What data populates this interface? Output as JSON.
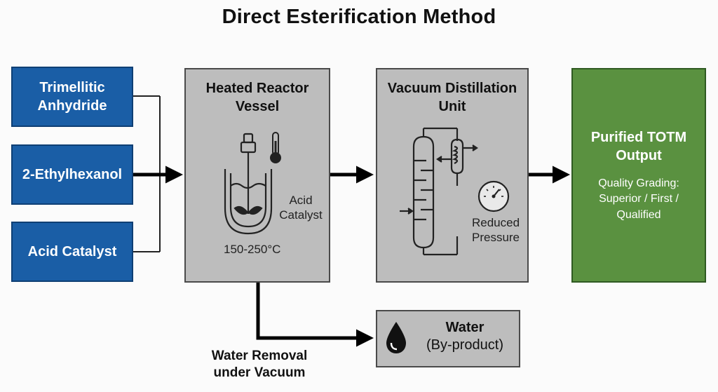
{
  "title": "Direct Esterification Method",
  "inputs": {
    "trimellitic": [
      "Trimellitic",
      "Anhydride"
    ],
    "ethylhexanol": "2-Ethylhexanol",
    "catalyst": "Acid Catalyst"
  },
  "reactor": {
    "title": [
      "Heated Reactor",
      "Vessel"
    ],
    "catalyst_label": [
      "Acid",
      "Catalyst"
    ],
    "temperature": "150-250°C"
  },
  "distillation": {
    "title": [
      "Vacuum Distillation",
      "Unit"
    ],
    "pressure_label": [
      "Reduced",
      "Pressure"
    ]
  },
  "output": {
    "title": [
      "Purified TOTM",
      "Output"
    ],
    "grading": [
      "Quality Grading:",
      "Superior / First /",
      "Qualified"
    ]
  },
  "water": {
    "title": "Water",
    "subtitle": "(By-product)"
  },
  "water_removal": [
    "Water Removal",
    "under Vacuum"
  ],
  "colors": {
    "input_blue": "#1a5ea6",
    "process_gray": "#bdbdbd",
    "output_green": "#5a9140"
  }
}
